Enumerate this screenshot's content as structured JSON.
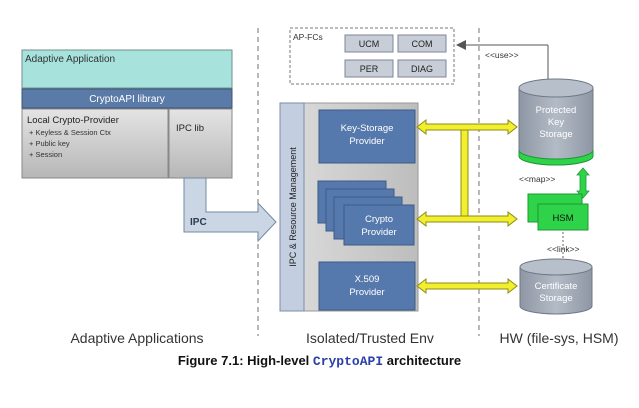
{
  "diagram": {
    "adaptive_application_title": "Adaptive Application",
    "cryptoapi_library": "CryptoAPI library",
    "local_crypto_provider": "Local Crypto-Provider",
    "local_crypto_items": [
      "+ Keyless & Session Ctx",
      "+ Public key",
      "+ Session"
    ],
    "ipc_lib": "IPC lib",
    "ipc": "IPC",
    "ap_fcs_title": "AP-FCs",
    "ap_fcs": [
      "UCM",
      "COM",
      "PER",
      "DIAG"
    ],
    "use_label": "<<use>>",
    "map_label": "<<map>>",
    "link_label": "<<link>>",
    "ipc_resource_management": "IPC & Resource Management",
    "key_storage_provider": [
      "Key-Storage",
      "Provider"
    ],
    "crypto_provider": [
      "Crypto",
      "Provider"
    ],
    "x509_provider": [
      "X.509",
      "Provider"
    ],
    "protected_key_storage": [
      "Protected",
      "Key",
      "Storage"
    ],
    "hsm": "HSM",
    "certificate_storage": [
      "Certificate",
      "Storage"
    ],
    "sections": [
      "Adaptive Applications",
      "Isolated/Trusted Env",
      "HW (file-sys, HSM)"
    ]
  },
  "caption": {
    "prefix": "Figure 7.1: High-level ",
    "code": "CryptoAPI",
    "suffix": " architecture"
  },
  "colors": {
    "app_teal": "#a7e3dc",
    "library_blue": "#5a7aa8",
    "provider_blue": "#5679ad",
    "panel_grey": "#c9c9c9",
    "arrow_yellow": "#f2ef2e",
    "hsm_green": "#2fd34a",
    "db_grey": "#9ea7b3"
  }
}
